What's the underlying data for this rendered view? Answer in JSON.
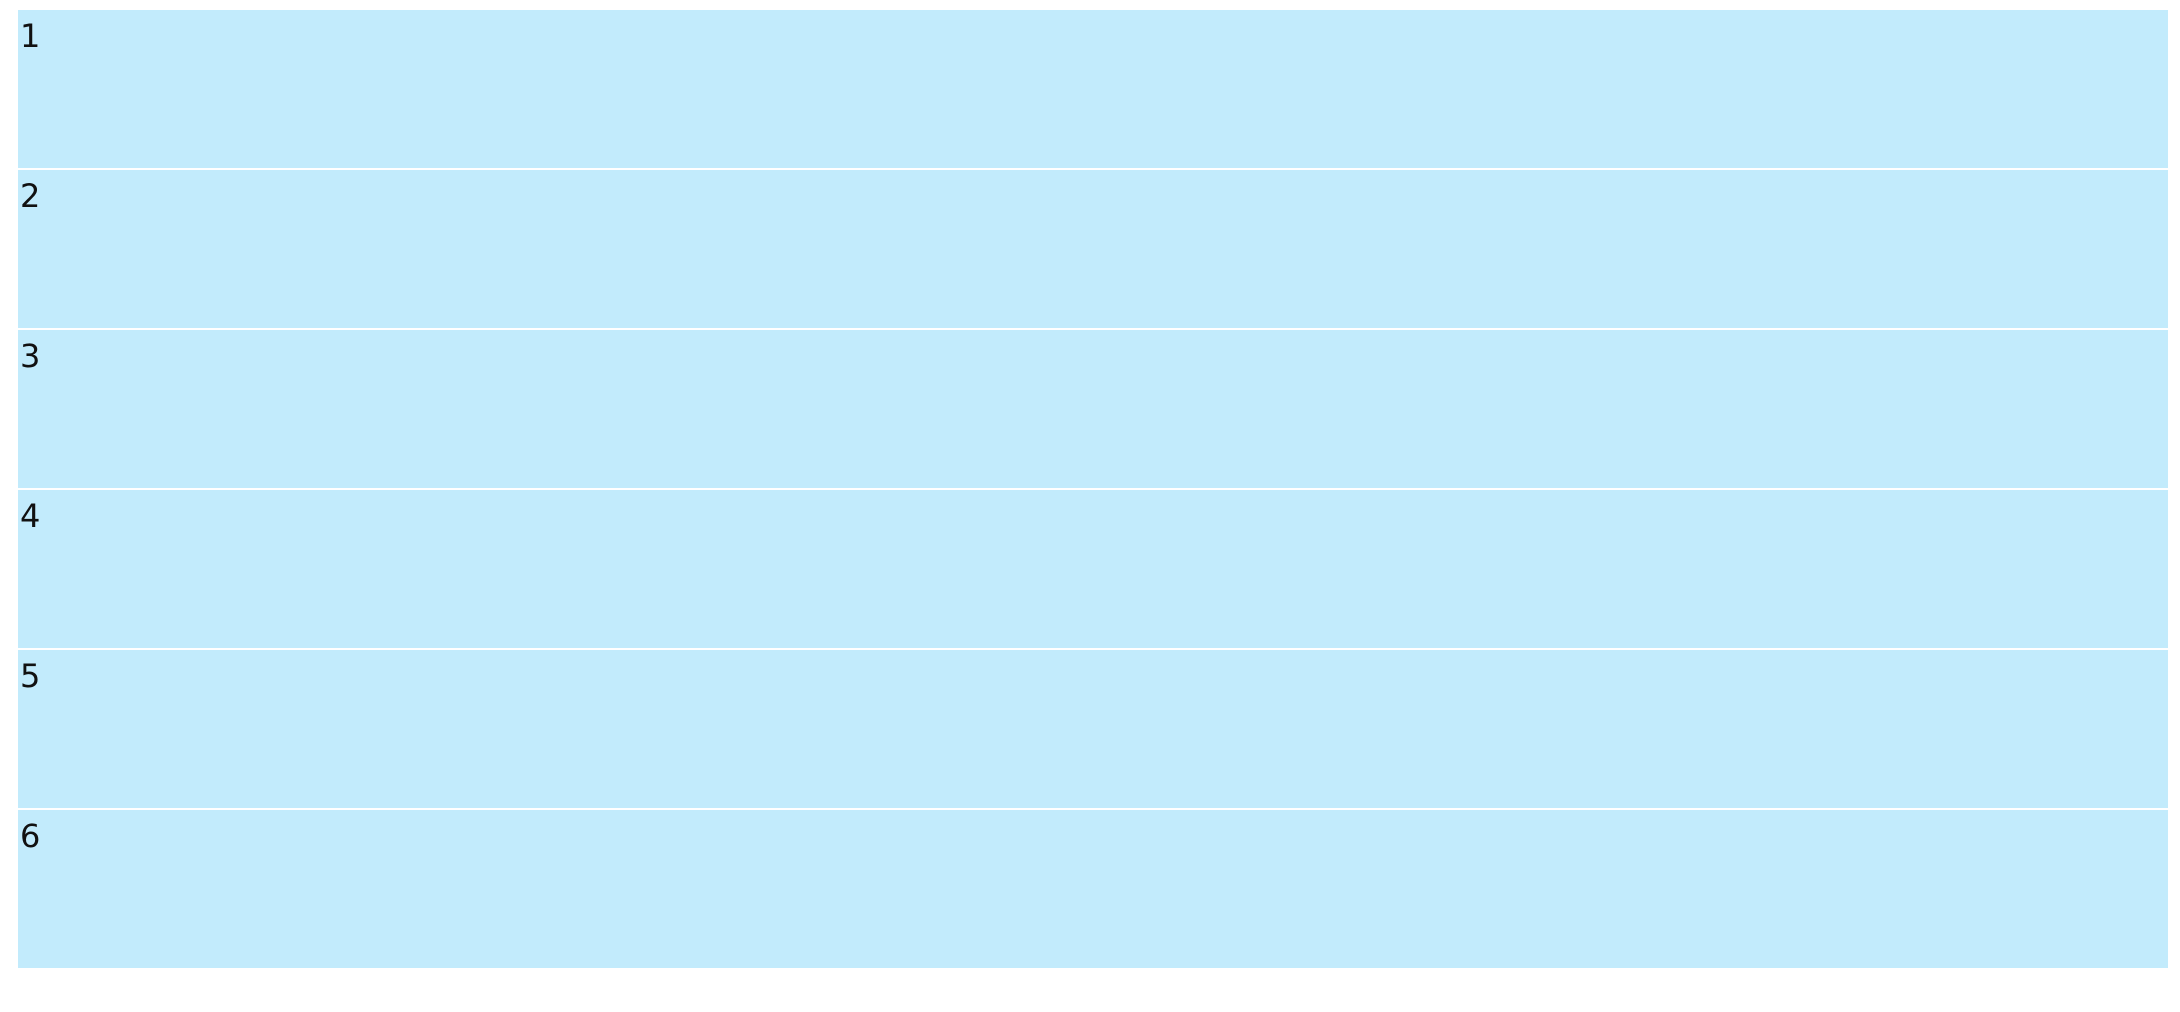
{
  "colors": {
    "page_background": "#ffffff",
    "row_background": "#c2ebfc",
    "text": "#111111"
  },
  "rows": [
    {
      "label": "1"
    },
    {
      "label": "2"
    },
    {
      "label": "3"
    },
    {
      "label": "4"
    },
    {
      "label": "5"
    },
    {
      "label": "6"
    }
  ]
}
